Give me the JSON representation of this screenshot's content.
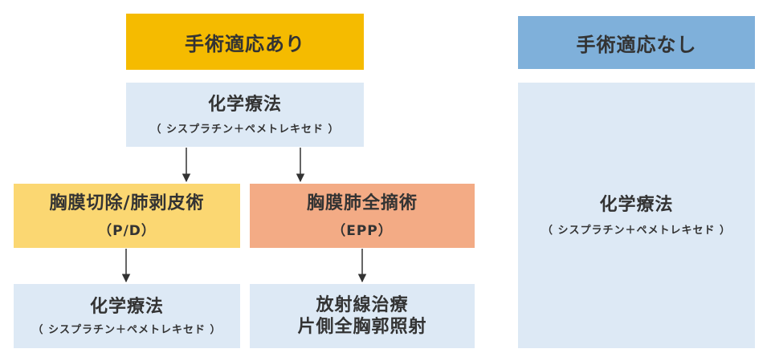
{
  "colors": {
    "yellow_header": "#f5bb00",
    "blue_header": "#7fb0da",
    "light_blue": "#dde9f5",
    "light_yellow": "#fbd772",
    "salmon": "#f3ab85",
    "arrow": "#333333"
  },
  "surgery_yes": {
    "header": "手術適応あり",
    "initial_chemo": {
      "title": "化学療法",
      "sub": "（ シスプラチン＋ペメトレキセド ）"
    },
    "pd": {
      "title": "胸膜切除/肺剥皮術",
      "sub": "（P/D）"
    },
    "epp": {
      "title": "胸膜肺全摘術",
      "sub": "（EPP）"
    },
    "post_chemo": {
      "title": "化学療法",
      "sub": "（ シスプラチン＋ペメトレキセド ）"
    },
    "radiation": {
      "line1": "放射線治療",
      "line2": "片側全胸郭照射"
    }
  },
  "surgery_no": {
    "header": "手術適応なし",
    "chemo": {
      "title": "化学療法",
      "sub": "（ シスプラチン＋ペメトレキセド ）"
    }
  }
}
